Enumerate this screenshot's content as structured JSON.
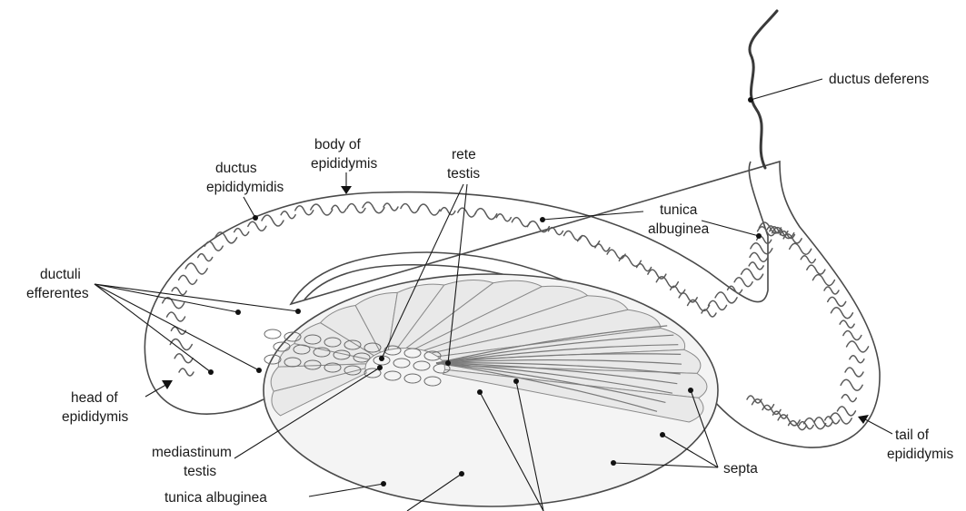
{
  "labels": {
    "ductus_deferens": "ductus deferens",
    "body_of_epididymis_1": "body of",
    "body_of_epididymis_2": "epididymis",
    "ductus_epididymidis_1": "ductus",
    "ductus_epididymidis_2": "epididymidis",
    "rete_testis_1": "rete",
    "rete_testis_2": "testis",
    "tunica_albuginea_upper_1": "tunica",
    "tunica_albuginea_upper_2": "albuginea",
    "ductuli_efferentes_1": "ductuli",
    "ductuli_efferentes_2": "efferentes",
    "head_of_epididymis_1": "head of",
    "head_of_epididymis_2": "epididymis",
    "mediastinum_testis_1": "mediastinum",
    "mediastinum_testis_2": "testis",
    "tunica_albuginea_lower": "tunica albuginea",
    "septa": "septa",
    "tail_of_epididymis_1": "tail of",
    "tail_of_epididymis_2": "epididymis"
  },
  "colors": {
    "lobule_fill": "#e9e9e9",
    "outline": "#4a4a4a",
    "label_text": "#1a1a1a"
  }
}
